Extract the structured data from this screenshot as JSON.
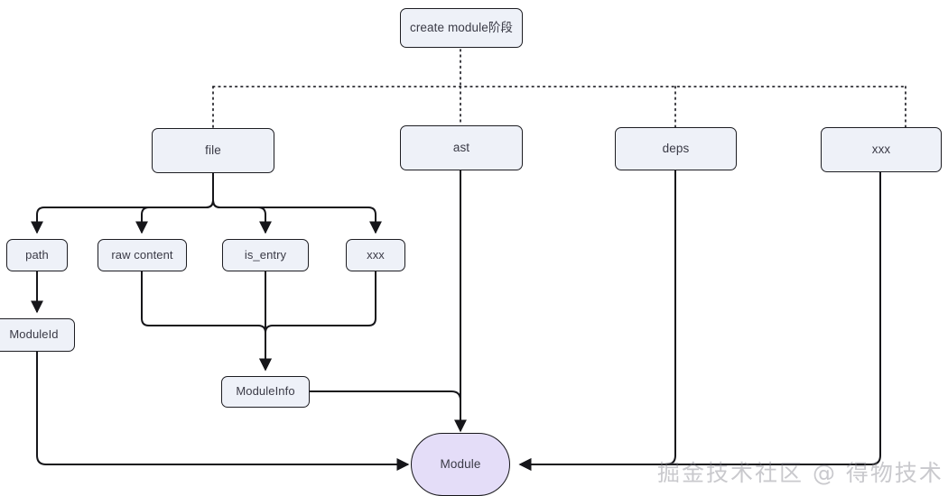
{
  "diagram": {
    "title": "create module stage flow",
    "background": "#ffffff",
    "node_fill": "#eef1f8",
    "node_stroke": "#1d1d22",
    "accent_fill": "#e4ddf8",
    "edge_color": "#16161a",
    "nodes": {
      "root": {
        "label": "create module阶段"
      },
      "file": {
        "label": "file"
      },
      "ast": {
        "label": "ast"
      },
      "deps": {
        "label": "deps"
      },
      "xxx_top": {
        "label": "xxx"
      },
      "path": {
        "label": "path"
      },
      "raw_content": {
        "label": "raw content"
      },
      "is_entry": {
        "label": "is_entry"
      },
      "xxx_leaf": {
        "label": "xxx"
      },
      "module_id": {
        "label": "ModuleId"
      },
      "module_info": {
        "label": "ModuleInfo"
      },
      "module": {
        "label": "Module"
      }
    },
    "watermark": {
      "text": "掘金技术社区 @ 得物技术"
    }
  }
}
